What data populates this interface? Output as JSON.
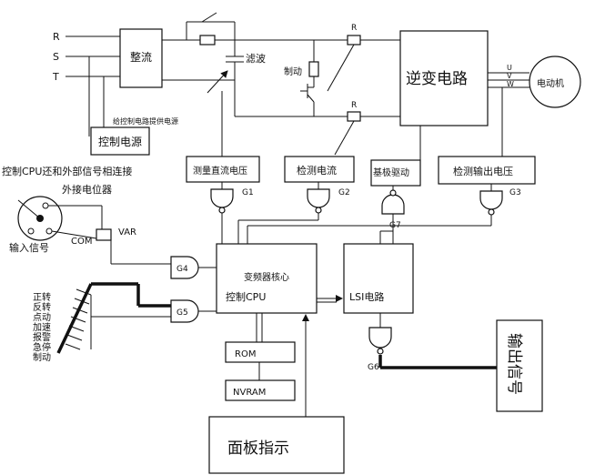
{
  "inputs": {
    "r": "R",
    "s": "S",
    "t": "T"
  },
  "blocks": {
    "rectifier": "整流",
    "control_power": "控制电源",
    "power_note": "给控制电路提供电源",
    "filter": "滤波",
    "brake": "制动",
    "inverter": "逆变电路",
    "motor": "电动机",
    "measure_dc": "测量直流电压",
    "detect_current": "检测电流",
    "base_drive": "基极驱动",
    "detect_output": "检测输出电压",
    "core_title": "变频器核心",
    "core_cpu": "控制CPU",
    "lsi": "LSI电路",
    "rom": "ROM",
    "nvram": "NVRAM",
    "panel": "面板指示",
    "output_signal": "输出信号"
  },
  "labels": {
    "r1": "R",
    "r2": "R",
    "u": "U",
    "v": "V",
    "w": "W",
    "cpu_connect": "控制CPU还和外部信号相连接",
    "ext_pot": "外接电位器",
    "input_signal": "输入信号",
    "com": "COM",
    "var": "VAR"
  },
  "gates": {
    "g1": "G1",
    "g2": "G2",
    "g3": "G3",
    "g4": "G4",
    "g5": "G5",
    "g6": "G6",
    "g7": "G7"
  },
  "switch_labels": [
    "正转",
    "反转",
    "点动",
    "加速",
    "报警",
    "急停",
    "制动"
  ]
}
